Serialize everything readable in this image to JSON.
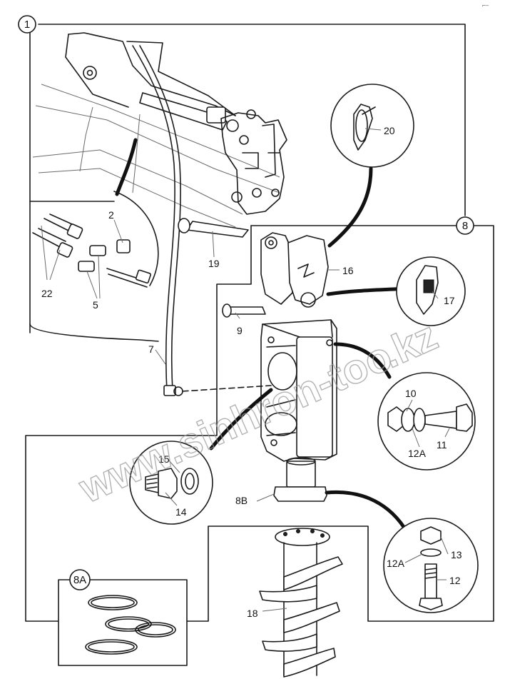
{
  "corner_mark": "⌐–",
  "callouts": {
    "c1": "1",
    "c8": "8",
    "c8a": "8A"
  },
  "parts": {
    "p2": "2",
    "p5": "5",
    "p7": "7",
    "p9": "9",
    "p10": "10",
    "p11": "11",
    "p12": "12",
    "p12a_top": "12A",
    "p12a_bottom": "12A",
    "p13": "13",
    "p14": "14",
    "p15": "15",
    "p16": "16",
    "p17": "17",
    "p18": "18",
    "p19": "19",
    "p20": "20",
    "p22": "22",
    "p8b": "8B"
  },
  "watermark": {
    "main": "www.sinhron-too",
    "suffix": ".kz"
  }
}
